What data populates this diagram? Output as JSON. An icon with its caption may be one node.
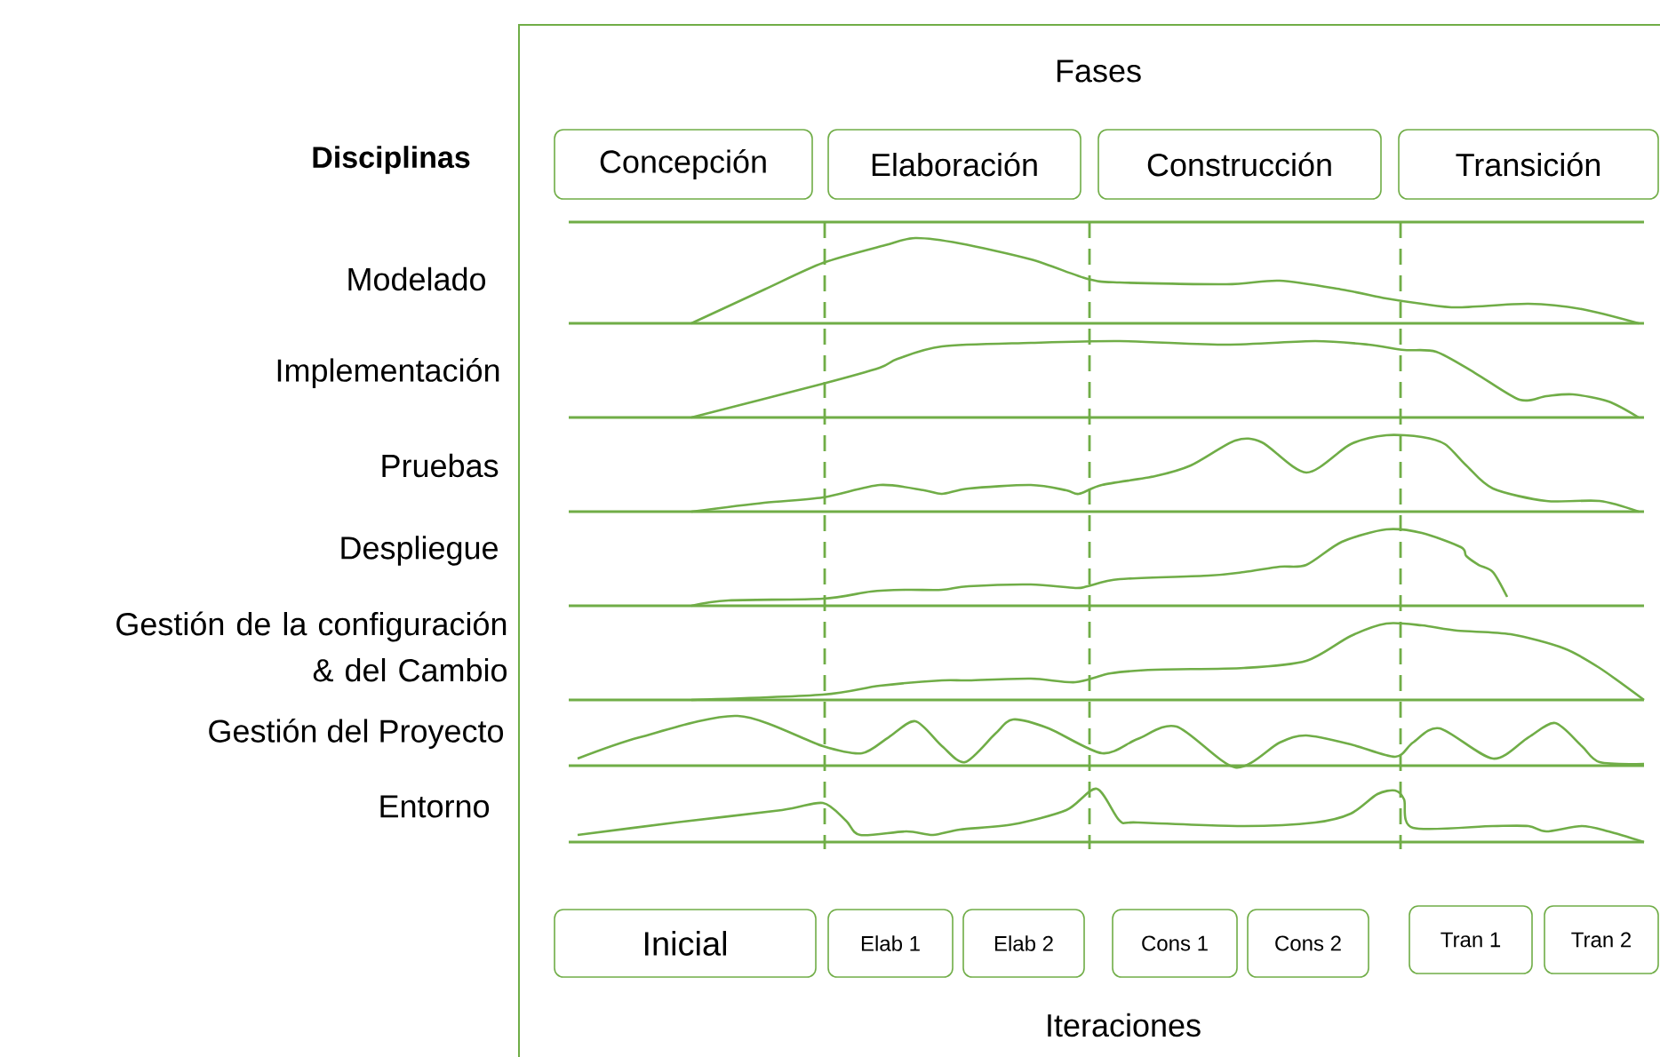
{
  "diagram": {
    "nodes": [
      {
        "text": [
          "Concepción"
        ]
      },
      {
        "text": [
          "Elaboración"
        ]
      },
      {
        "text": [
          "Construcción"
        ]
      },
      {
        "text": [
          "Transición"
        ]
      },
      {
        "text": [
          "Inicial"
        ]
      },
      {
        "text": [
          "Elab 1"
        ]
      },
      {
        "text": [
          "Elab 2"
        ]
      },
      {
        "text": [
          "Cons 1"
        ]
      },
      {
        "text": [
          "Cons 2"
        ]
      },
      {
        "text": [
          "Tran 1"
        ]
      },
      {
        "text": [
          "Tran 2"
        ]
      }
    ],
    "labels": [
      "Fases",
      "Disciplinas",
      "Modelado",
      "Implementación",
      "Pruebas",
      "Despliegue",
      "Gestión de la configuración & del Cambio",
      "Gestión del Proyecto",
      "Entorno",
      "Iteraciones"
    ]
  }
}
